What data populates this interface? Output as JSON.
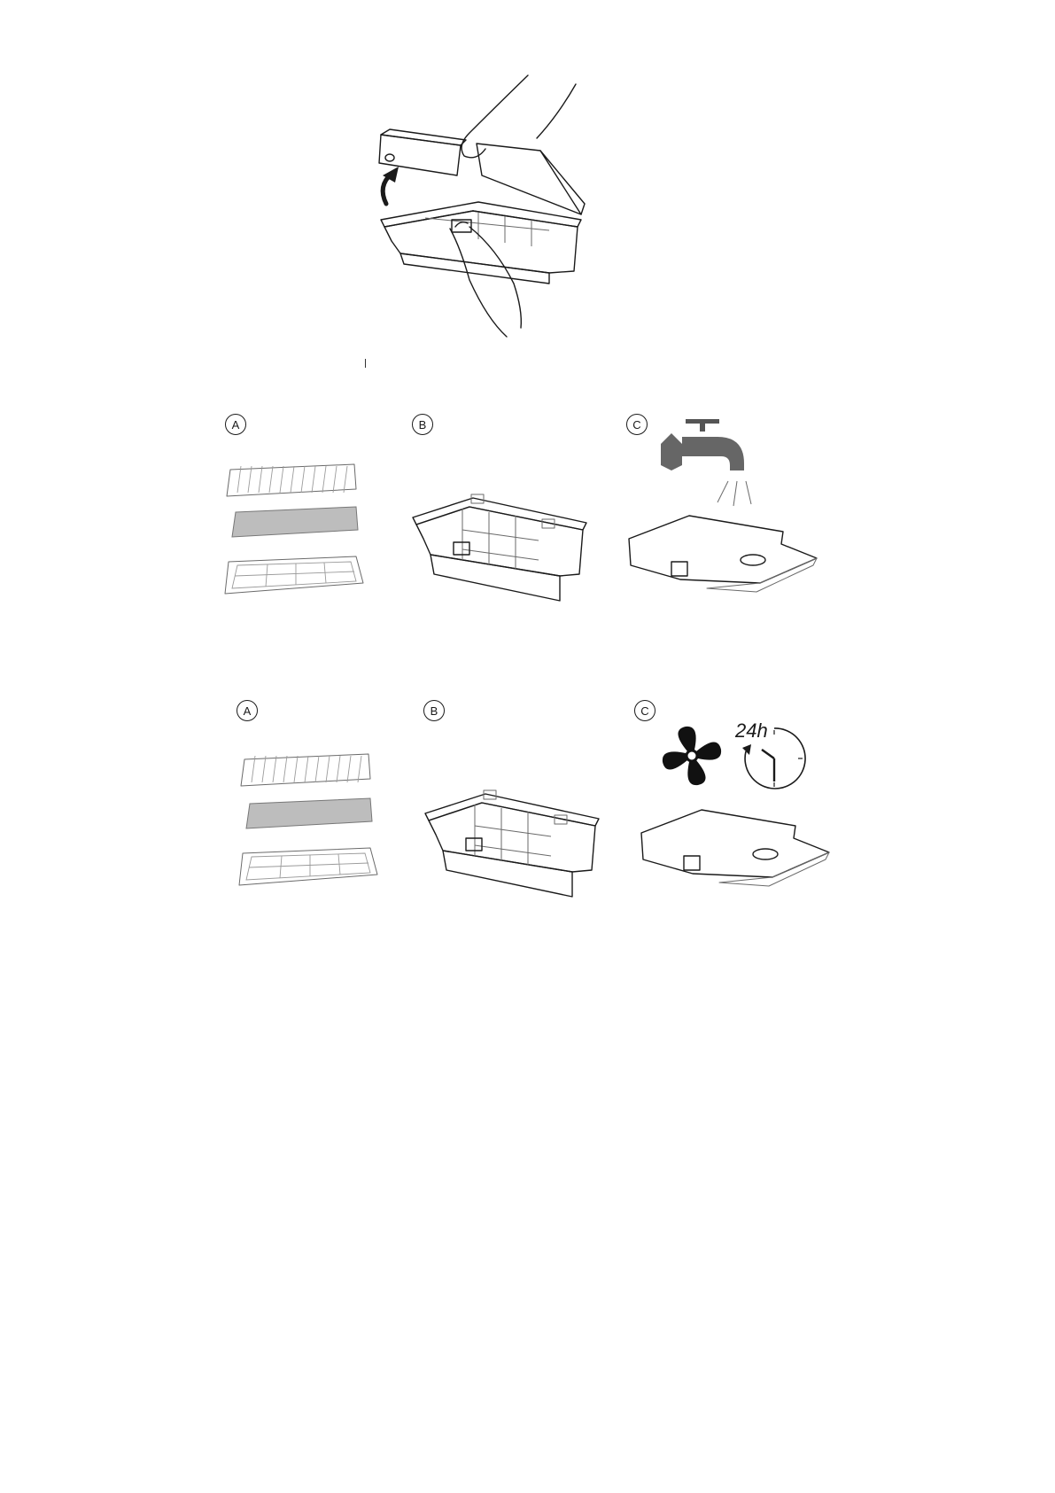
{
  "row1": {
    "steps": [
      {
        "letter": "A"
      },
      {
        "letter": "B"
      },
      {
        "letter": "C"
      }
    ]
  },
  "row2": {
    "steps": [
      {
        "letter": "A"
      },
      {
        "letter": "B"
      },
      {
        "letter": "C"
      }
    ]
  },
  "timer": {
    "label": "24h"
  },
  "icons": {
    "top": "hand-opening-dustbin-lid-illustration",
    "arrow": "curved-up-arrow-icon",
    "tap": "water-tap-icon",
    "fan": "fan-icon",
    "clock": "clock-icon"
  },
  "colors": {
    "line": "#1a1a1a",
    "filter_felt": "#bdbdbd",
    "background": "#ffffff"
  }
}
